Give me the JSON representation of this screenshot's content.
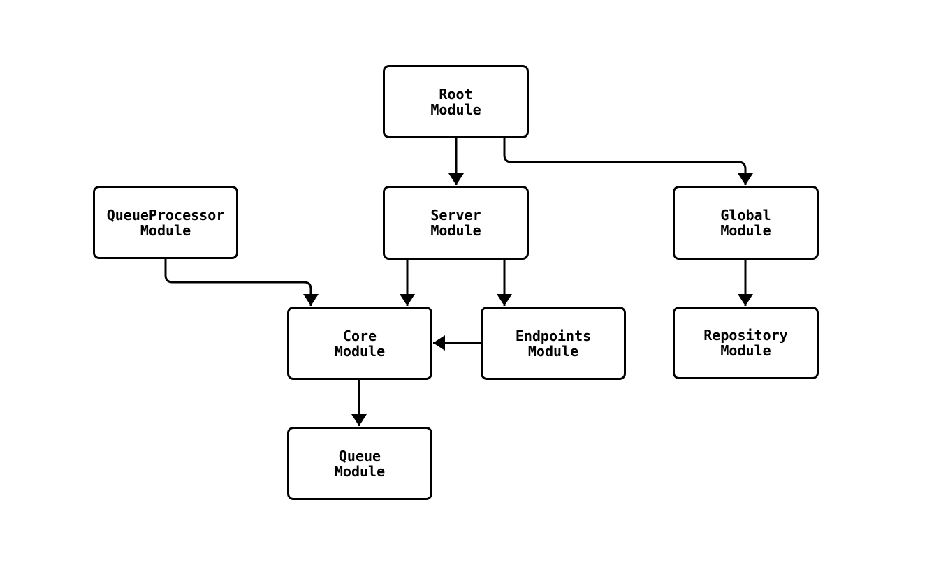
{
  "diagram": {
    "type": "flowchart",
    "direction": "top-down",
    "colors": {
      "background": "#ffffff",
      "node_fill": "#ffffff",
      "node_border": "#000000",
      "edge": "#000000",
      "text": "#000000"
    },
    "nodes": [
      {
        "id": "root",
        "label": "Root\nModule"
      },
      {
        "id": "queueprocessor",
        "label": "QueueProcessor\nModule"
      },
      {
        "id": "server",
        "label": "Server\nModule"
      },
      {
        "id": "global",
        "label": "Global\nModule"
      },
      {
        "id": "core",
        "label": "Core\nModule"
      },
      {
        "id": "endpoints",
        "label": "Endpoints\nModule"
      },
      {
        "id": "repository",
        "label": "Repository\nModule"
      },
      {
        "id": "queue",
        "label": "Queue\nModule"
      }
    ],
    "edges": [
      {
        "from": "root",
        "to": "server"
      },
      {
        "from": "root",
        "to": "global"
      },
      {
        "from": "queueprocessor",
        "to": "core"
      },
      {
        "from": "server",
        "to": "core"
      },
      {
        "from": "server",
        "to": "endpoints"
      },
      {
        "from": "endpoints",
        "to": "core"
      },
      {
        "from": "global",
        "to": "repository"
      },
      {
        "from": "core",
        "to": "queue"
      }
    ]
  }
}
